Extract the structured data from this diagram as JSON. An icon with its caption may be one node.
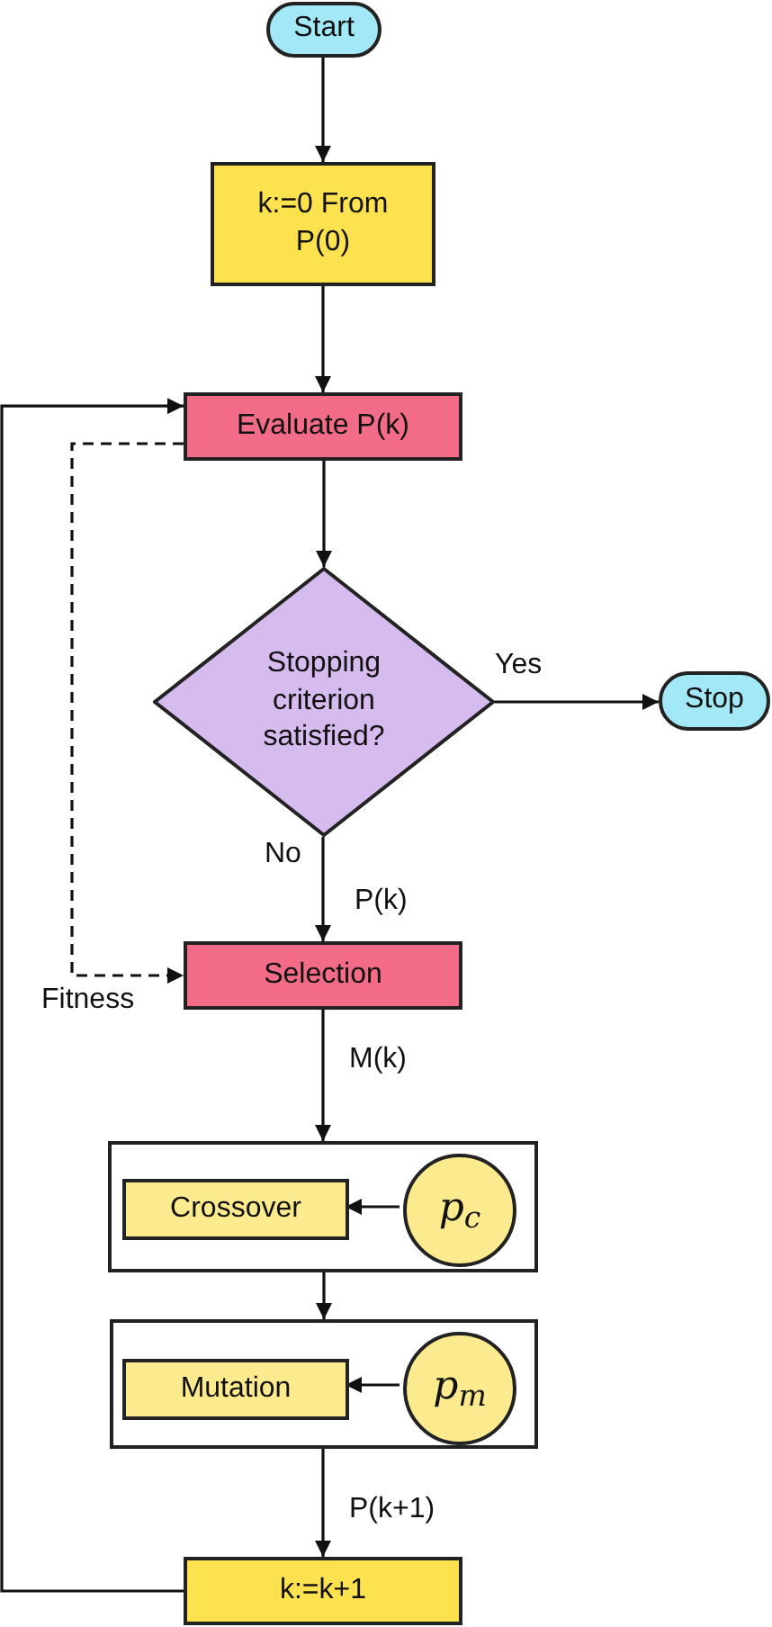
{
  "diagram": {
    "nodes": [
      {
        "text": [
          "Start"
        ]
      },
      {
        "text": [
          "k:=0 From P(0)"
        ]
      },
      {
        "text": [
          "Evaluate P(k)"
        ]
      },
      {
        "text": [
          "Stopping criterion satisfied?"
        ]
      },
      {
        "text": [
          "Stop"
        ]
      },
      {
        "text": [
          "Selection"
        ]
      },
      {
        "text": [],
        "shape": "box"
      },
      {
        "text": [
          "Crossover"
        ],
        "in": 6
      },
      {
        "text": [
          "p$_{c}$"
        ],
        "in": 6
      },
      {
        "text": [],
        "shape": "box"
      },
      {
        "text": [
          "Mutation"
        ],
        "in": 9
      },
      {
        "text": [
          "p$_{m}$"
        ],
        "in": 9
      },
      {
        "text": [
          "k:=k+1"
        ]
      }
    ],
    "edges": [
      {
        "from": 0,
        "to": 1,
        "arrow": "to"
      },
      {
        "from": 1,
        "to": 2,
        "arrow": "to"
      },
      {
        "from": 2,
        "to": 3,
        "arrow": "to"
      },
      {
        "from": 3,
        "to": 4,
        "arrow": "to",
        "label": "Yes"
      },
      {
        "from": 3,
        "to": 5,
        "arrow": "to",
        "label": "P(k)"
      },
      {
        "from": 2,
        "to": 5,
        "arrow": "to",
        "style": "dashed",
        "label": "Fitness"
      },
      {
        "from": 5,
        "to": 6,
        "arrow": "to",
        "label": "M(k)"
      },
      {
        "from": 8,
        "to": 7,
        "arrow": "to"
      },
      {
        "from": 6,
        "to": 9,
        "arrow": "to"
      },
      {
        "from": 11,
        "to": 10,
        "arrow": "to"
      },
      {
        "from": 9,
        "to": 12,
        "arrow": "to",
        "label": "P(k+1)"
      },
      {
        "from": 12,
        "to": 2,
        "arrow": "to"
      }
    ],
    "labels": [
      "No"
    ]
  }
}
